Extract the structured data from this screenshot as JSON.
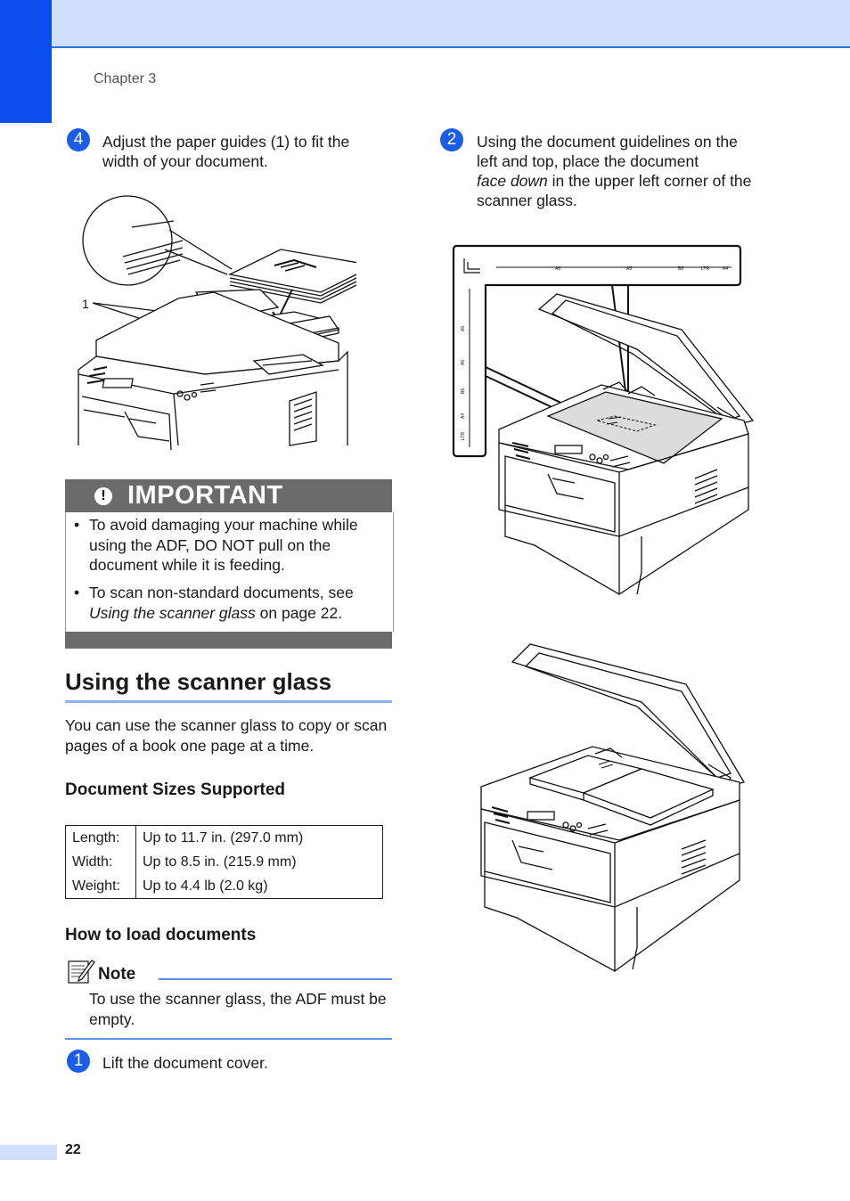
{
  "header": {
    "chapter": "Chapter 3"
  },
  "steps": {
    "step4": {
      "number": "4",
      "text": "Adjust the paper guides (1) to fit the width of your document."
    },
    "step2": {
      "number": "2",
      "line1": "Using the document guidelines on the",
      "line2": "left and top, place the document",
      "em": "face down",
      "line3_rest": " in the upper left corner of the",
      "line4": "scanner glass."
    },
    "step1": {
      "number": "1",
      "text": "Lift the document cover."
    }
  },
  "figure1": {
    "callout": "1"
  },
  "important": {
    "title": "IMPORTANT",
    "icon": "exclamation-icon",
    "bullet1": "To avoid damaging your machine while using the ADF, DO NOT pull on the document while it is feeding.",
    "bullet2_pre": "To scan non-standard documents, see ",
    "bullet2_em": "Using the scanner glass",
    "bullet2_post": " on page 22."
  },
  "section": {
    "title": "Using the scanner glass",
    "intro": "You can use the scanner glass to copy or scan pages of a book one page at a time."
  },
  "sizes": {
    "heading": "Document Sizes Supported",
    "rows": [
      {
        "label": "Length:",
        "value": "Up to 11.7 in. (297.0 mm)"
      },
      {
        "label": "Width:",
        "value": "Up to 8.5 in. (215.9 mm)"
      },
      {
        "label": "Weight:",
        "value": "Up to 4.4 lb (2.0 kg)"
      }
    ]
  },
  "load": {
    "heading": "How to load documents"
  },
  "note": {
    "label": "Note",
    "icon": "note-pencil-icon",
    "text": "To use the scanner glass, the ADF must be empty."
  },
  "scanner_guides": {
    "top_marks": [
      "A6",
      "A5",
      "B5",
      "LTR",
      "A4"
    ],
    "side_marks": [
      "A5",
      "A5",
      "B5",
      "A4",
      "LTR"
    ]
  },
  "footer": {
    "page": "22"
  },
  "colors": {
    "accent": "#1c5de8",
    "header_bg": "#cfe0fb",
    "important_bg": "#6b6b6b"
  }
}
